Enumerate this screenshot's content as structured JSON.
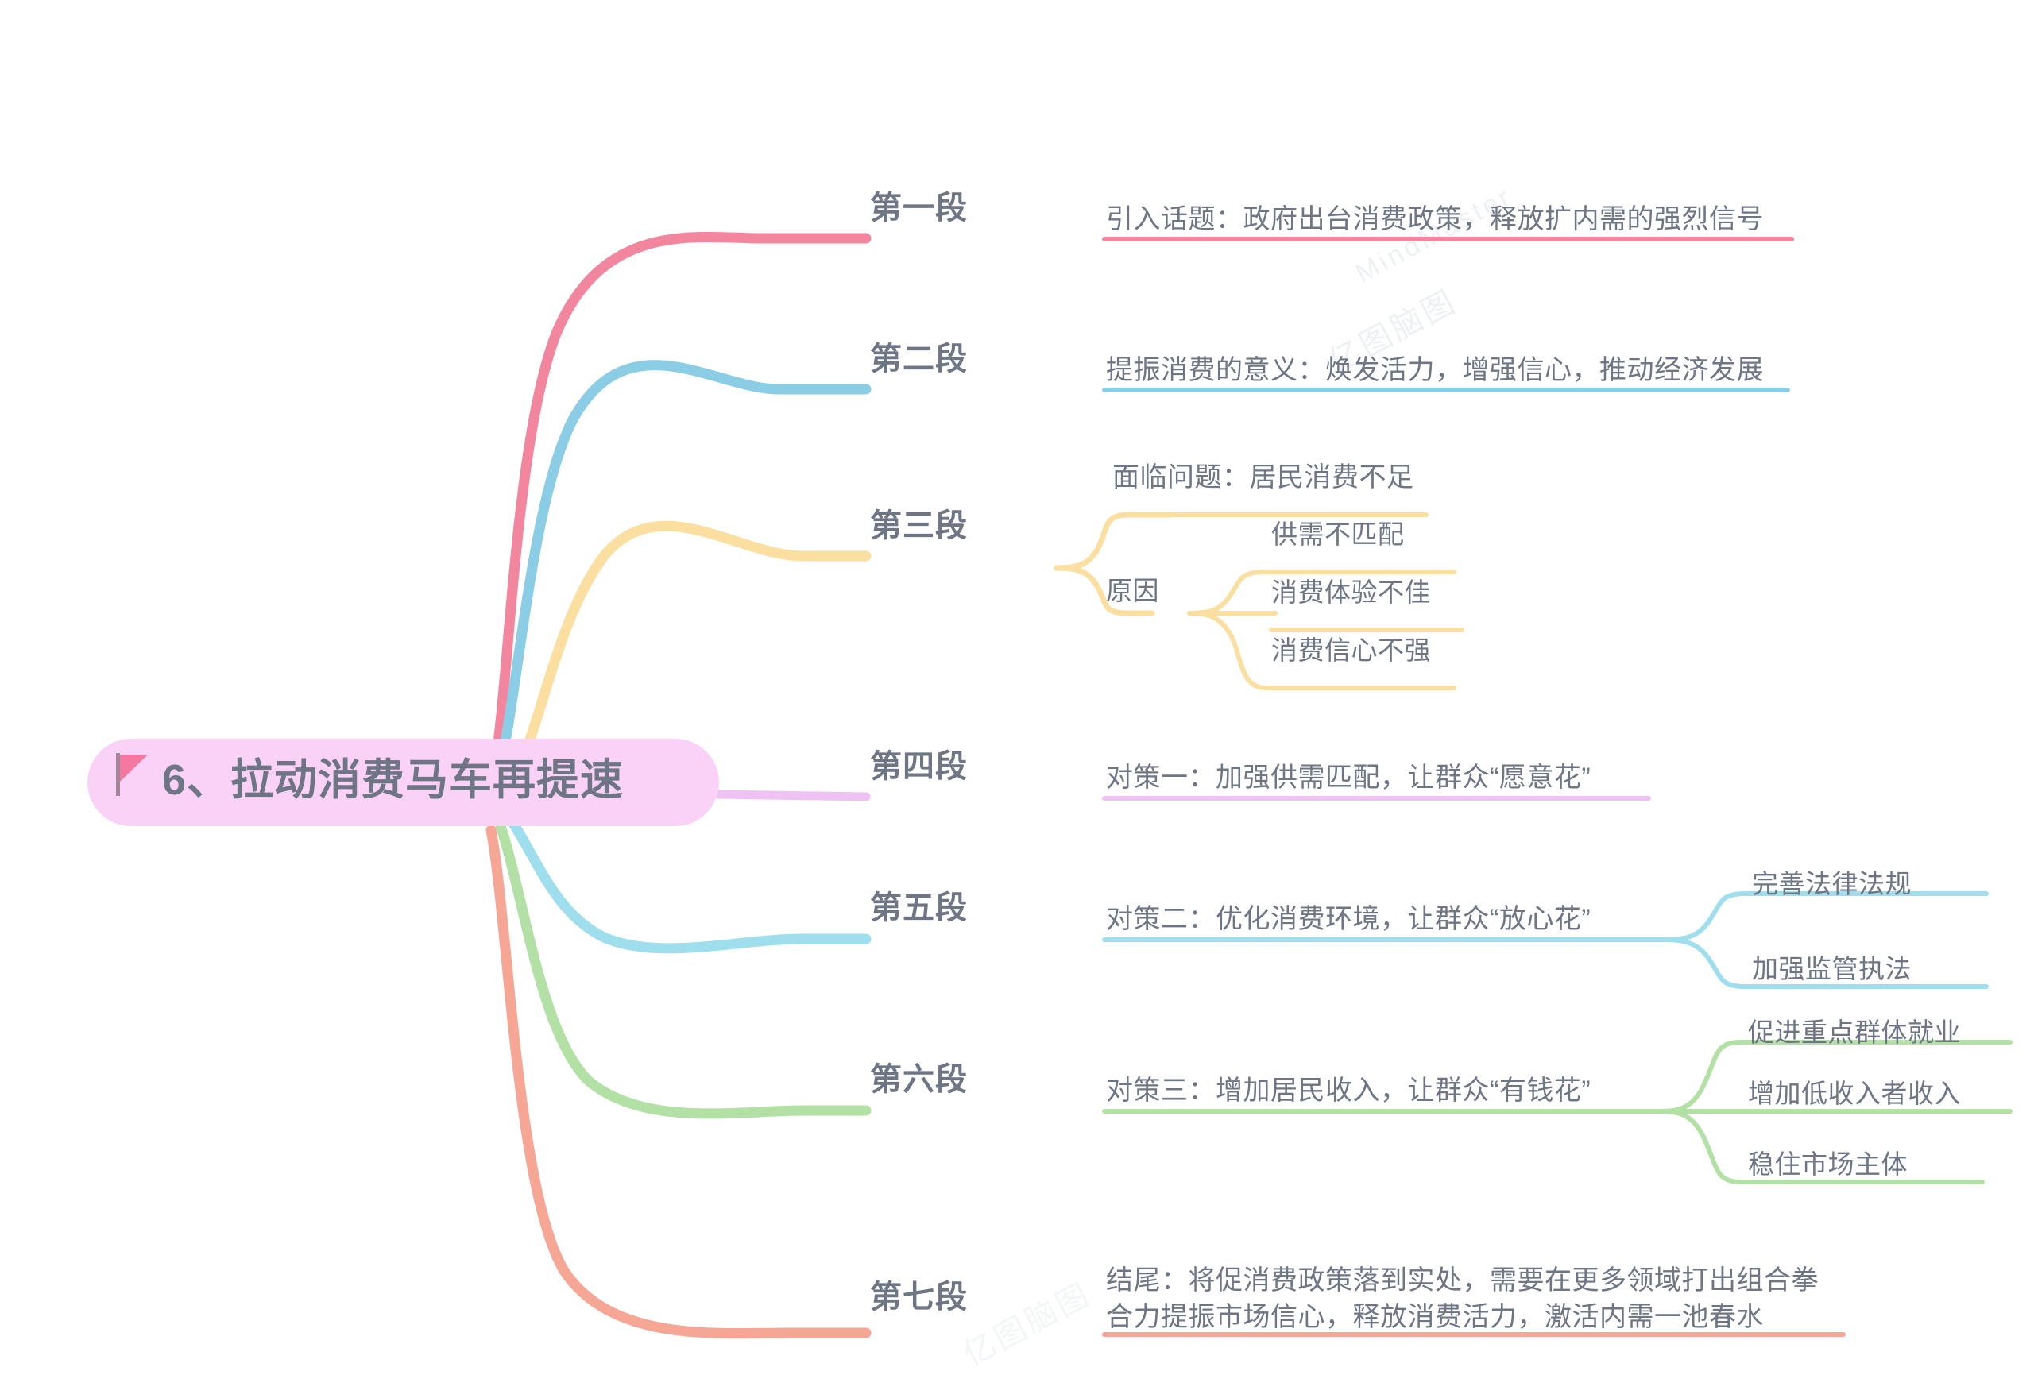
{
  "watermark": {
    "text_cn": "亿图脑图",
    "text_en": "MindMaster"
  },
  "root": {
    "label": "6、拉动消费马车再提速",
    "icon": "flag-icon",
    "fill": "#FAD2F7",
    "text_color": "#6E7585",
    "flag_color": "#F4789F"
  },
  "branches": [
    {
      "id": "b1",
      "title": "第一段",
      "color": "#F2869E",
      "detail": "引入话题：政府出台消费政策，释放扩内需的强烈信号",
      "children": []
    },
    {
      "id": "b2",
      "title": "第二段",
      "color": "#8CCDE6",
      "detail": "提振消费的意义：焕发活力，增强信心，推动经济发展",
      "children": []
    },
    {
      "id": "b3",
      "title": "第三段",
      "color": "#FADFA1",
      "detail": "面临问题：居民消费不足",
      "sub_group_label": "原因",
      "children": [
        "供需不匹配",
        "消费体验不佳",
        "消费信心不强"
      ]
    },
    {
      "id": "b4",
      "title": "第四段",
      "color": "#EEC3F3",
      "detail": "对策一：加强供需匹配，让群众“愿意花”",
      "children": []
    },
    {
      "id": "b5",
      "title": "第五段",
      "color": "#9FDEEC",
      "detail": "对策二：优化消费环境，让群众“放心花”",
      "children": [
        "完善法律法规",
        "加强监管执法"
      ]
    },
    {
      "id": "b6",
      "title": "第六段",
      "color": "#B3E0A4",
      "detail": "对策三：增加居民收入，让群众“有钱花”",
      "children": [
        "促进重点群体就业",
        "增加低收入者收入",
        "稳住市场主体"
      ]
    },
    {
      "id": "b7",
      "title": "第七段",
      "color": "#F5A694",
      "detail_line1": "结尾：将促消费政策落到实处，需要在更多领域打出组合拳",
      "detail_line2": "合力提振市场信心，释放消费活力，激活内需一池春水",
      "children": []
    }
  ]
}
